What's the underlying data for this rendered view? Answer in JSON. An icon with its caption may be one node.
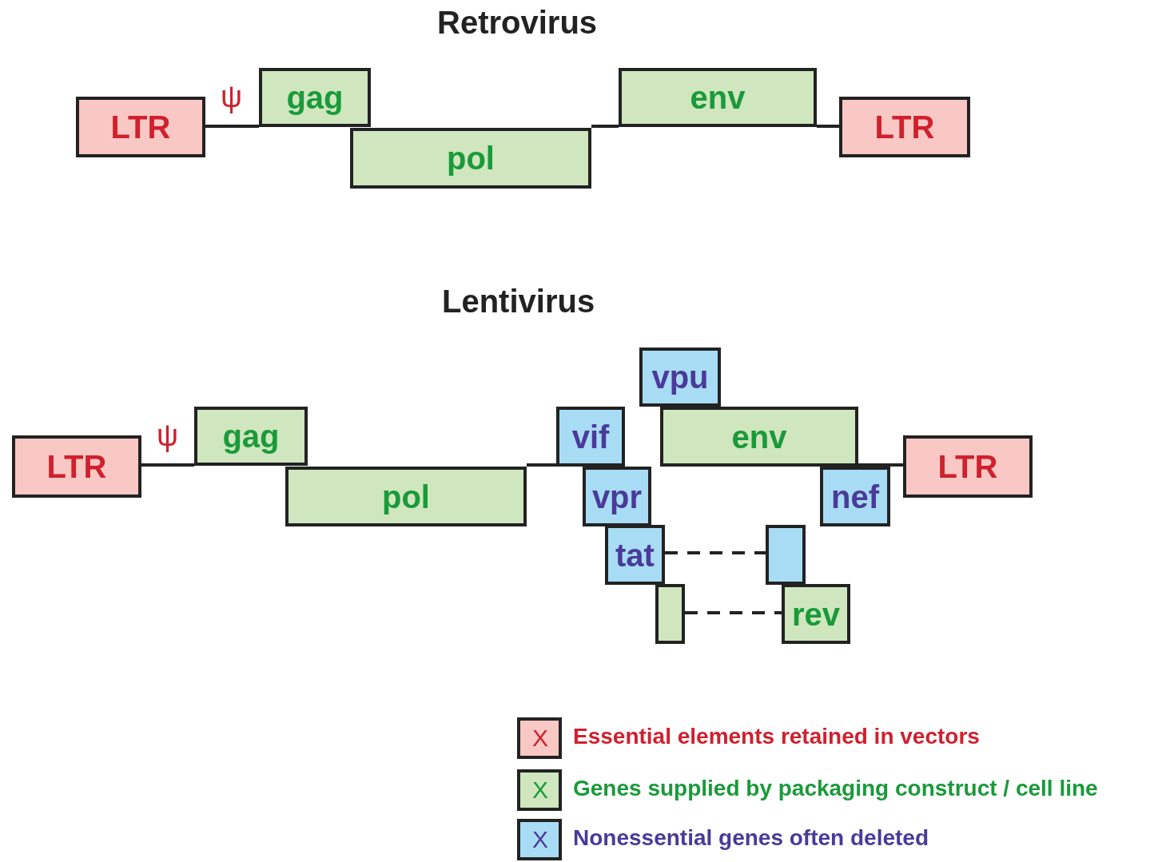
{
  "diagram": {
    "nodes": [
      {
        "text": [
          "LTR"
        ]
      },
      {
        "text": [
          "gag"
        ]
      },
      {
        "text": [
          "pol"
        ]
      },
      {
        "text": [
          "env"
        ]
      },
      {
        "text": [
          "LTR"
        ]
      },
      {
        "text": [
          "LTR"
        ]
      },
      {
        "text": [
          "gag"
        ]
      },
      {
        "text": [
          "pol"
        ]
      },
      {
        "text": [
          "vpu"
        ]
      },
      {
        "text": [
          "vif"
        ]
      },
      {
        "text": [
          "env"
        ]
      },
      {
        "text": [
          "vpr"
        ]
      },
      {
        "text": [
          "nef"
        ]
      },
      {
        "text": [
          "LTR"
        ]
      },
      {
        "text": [
          "tat"
        ]
      },
      {
        "text": [],
        "shape": "box"
      },
      {
        "text": [],
        "shape": "box"
      },
      {
        "text": [
          "rev"
        ]
      }
    ],
    "edges": [
      {
        "from": 0,
        "to": 1,
        "arrow": "none"
      },
      {
        "from": 2,
        "to": 3,
        "arrow": "none"
      },
      {
        "from": 3,
        "to": 4,
        "arrow": "none"
      },
      {
        "from": 5,
        "to": 6,
        "arrow": "none"
      },
      {
        "from": 7,
        "to": 9,
        "arrow": "none"
      },
      {
        "from": 10,
        "to": 13,
        "arrow": "none"
      },
      {
        "from": 14,
        "to": 15,
        "arrow": "none",
        "style": "dashed"
      },
      {
        "from": 16,
        "to": 17,
        "arrow": "none",
        "style": "dashed"
      }
    ],
    "labels": [
      "Retrovirus",
      "ψ",
      "Lentivirus",
      "ψ",
      "X",
      "X",
      "X"
    ],
    "legend": [
      {
        "text": "Essential elements retained in vectors",
        "color": "#f9c8c4"
      },
      {
        "text": "Genes supplied by packaging construct / cell line",
        "color": "#cfe6bf"
      },
      {
        "text": "Nonessential genes often deleted",
        "color": "#a8dcf4"
      }
    ]
  }
}
